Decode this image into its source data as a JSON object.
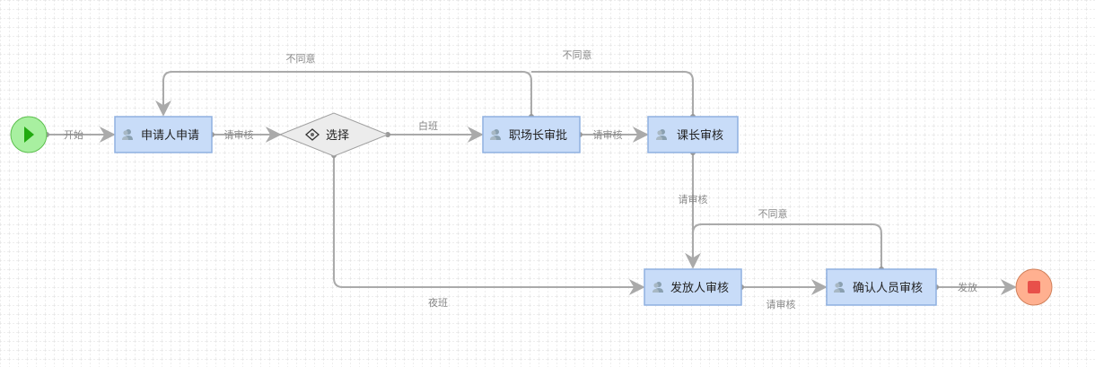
{
  "diagram": {
    "title": "Approval Workflow",
    "colors": {
      "grid": "#d9d9d9",
      "edge": "#aaaaaa",
      "edge_label": "#888888",
      "task_fill": "#c8dcf8",
      "task_stroke": "#8fb0e0",
      "start_fill": "#a8f0a0",
      "start_stroke": "#5cbf4e",
      "start_icon": "#22aa10",
      "end_fill": "#ffb090",
      "end_stroke": "#d0805a",
      "end_icon": "#e8504a",
      "gateway_fill": "#ececec",
      "gateway_stroke": "#a0a0a0"
    },
    "nodes": [
      {
        "id": "start",
        "type": "start",
        "icon": "play-icon"
      },
      {
        "id": "apply",
        "type": "task",
        "label": "申请人申请",
        "icon": "users-icon"
      },
      {
        "id": "choose",
        "type": "gateway",
        "label": "选择",
        "icon": "gateway-icon"
      },
      {
        "id": "site_manager",
        "type": "task",
        "label": "职场长审批",
        "icon": "users-icon"
      },
      {
        "id": "section_chief",
        "type": "task",
        "label": "课长审核",
        "icon": "users-icon"
      },
      {
        "id": "issuer",
        "type": "task",
        "label": "发放人审核",
        "icon": "users-icon"
      },
      {
        "id": "confirmer",
        "type": "task",
        "label": "确认人员审核",
        "icon": "users-icon"
      },
      {
        "id": "end",
        "type": "end",
        "icon": "stop-icon"
      }
    ],
    "edges": [
      {
        "from": "start",
        "to": "apply",
        "label": "开始"
      },
      {
        "from": "apply",
        "to": "choose",
        "label": "请审核"
      },
      {
        "from": "choose",
        "to": "site_manager",
        "label": "白班"
      },
      {
        "from": "choose",
        "to": "issuer",
        "label": "夜班"
      },
      {
        "from": "site_manager",
        "to": "section_chief",
        "label": "请审核"
      },
      {
        "from": "site_manager",
        "to": "apply",
        "label": "不同意"
      },
      {
        "from": "section_chief",
        "to": "apply",
        "label": "不同意"
      },
      {
        "from": "section_chief",
        "to": "issuer",
        "label": "请审核"
      },
      {
        "from": "issuer",
        "to": "confirmer",
        "label": "请审核"
      },
      {
        "from": "confirmer",
        "to": "issuer",
        "label": "不同意"
      },
      {
        "from": "confirmer",
        "to": "end",
        "label": "发放"
      }
    ]
  }
}
